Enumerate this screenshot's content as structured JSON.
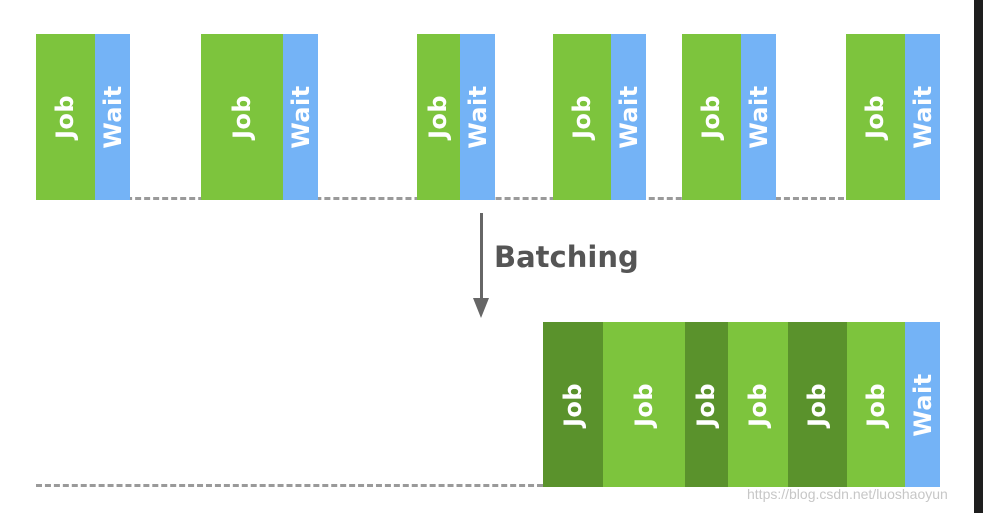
{
  "labels": {
    "job": "Job",
    "wait": "Wait",
    "arrow": "Batching"
  },
  "colors": {
    "job": "#7dc43d",
    "job_dark": "#5a922c",
    "wait": "#74b3f6",
    "baseline": "#9a9a9a",
    "arrow": "#666666"
  },
  "diagram": {
    "top_row": [
      [
        "job",
        "wait"
      ],
      [
        "job",
        "wait"
      ],
      [
        "job",
        "wait"
      ],
      [
        "job",
        "wait"
      ],
      [
        "job",
        "wait"
      ],
      [
        "job",
        "wait"
      ]
    ],
    "bottom_row": [
      "job-dark",
      "job",
      "job-dark",
      "job",
      "job-dark",
      "job",
      "wait"
    ]
  },
  "watermark": "https://blog.csdn.net/luoshaoyun"
}
